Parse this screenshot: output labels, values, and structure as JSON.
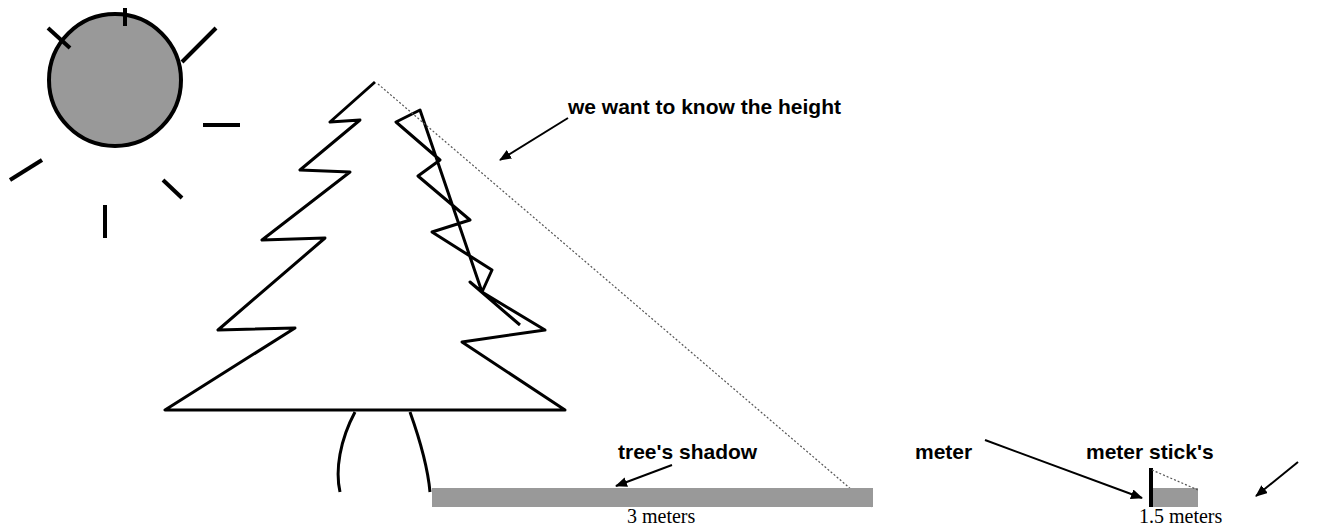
{
  "diagram": {
    "labels": [
      "we want to know the height",
      "tree's shadow",
      "meter",
      "meter stick's",
      "3 meters",
      "1.5 meters"
    ]
  }
}
